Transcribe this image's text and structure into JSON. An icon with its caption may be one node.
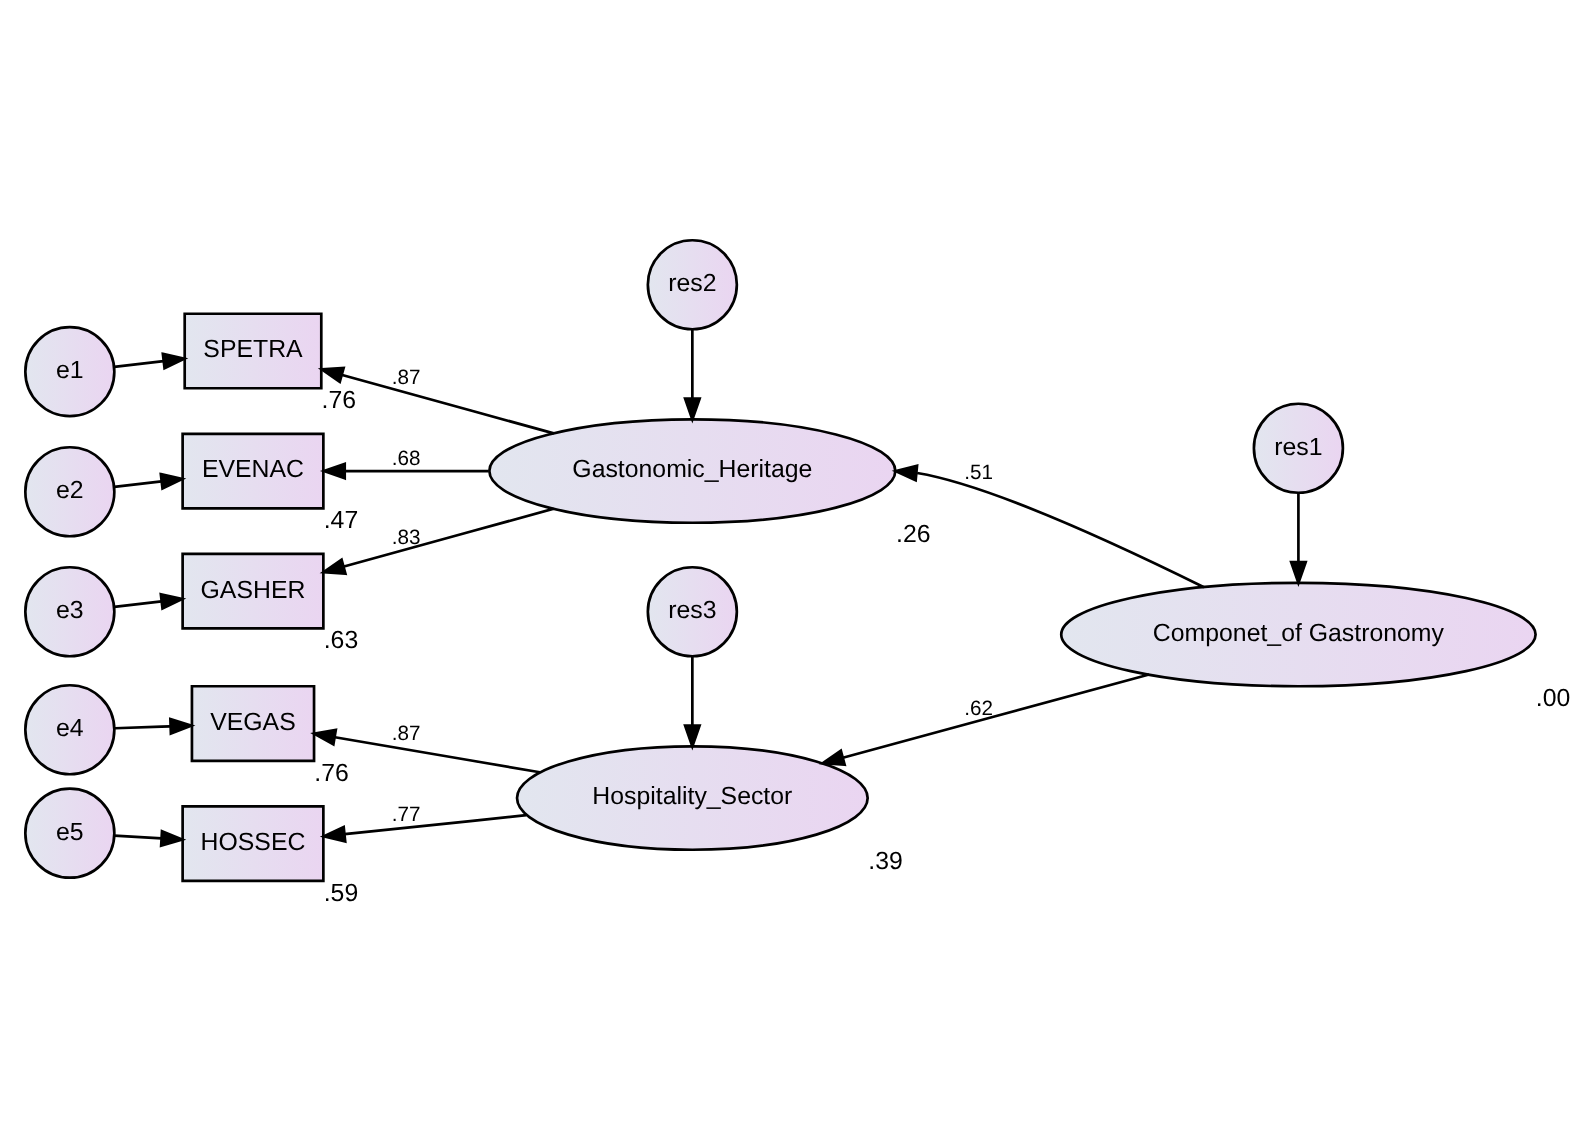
{
  "diagram": {
    "nodes": [
      {
        "text": [
          "res2"
        ]
      },
      {
        "text": [
          "e1"
        ]
      },
      {
        "text": [
          "SPETRA"
        ],
        "beside": [
          ".76"
        ]
      },
      {
        "text": [
          "Gastonomic_Heritage"
        ],
        "beside": [
          ".26"
        ]
      },
      {
        "text": [
          "e2"
        ]
      },
      {
        "text": [
          "EVENAC"
        ],
        "beside": [
          ".47"
        ]
      },
      {
        "text": [
          "res1"
        ]
      },
      {
        "text": [
          "e3"
        ]
      },
      {
        "text": [
          "GASHER"
        ],
        "beside": [
          ".63"
        ]
      },
      {
        "text": [
          "res3"
        ]
      },
      {
        "text": [
          "Componet_of Gastronomy"
        ],
        "beside": [
          ".00"
        ]
      },
      {
        "text": [
          "e4"
        ]
      },
      {
        "text": [
          "VEGAS"
        ],
        "beside": [
          ".76"
        ]
      },
      {
        "text": [
          "Hospitality_Sector"
        ],
        "beside": [
          ".39"
        ]
      },
      {
        "text": [
          "e5"
        ]
      },
      {
        "text": [
          "HOSSEC"
        ],
        "beside": [
          ".59"
        ]
      }
    ],
    "edges": [
      {
        "from": 0,
        "to": 3,
        "arrow": "to"
      },
      {
        "from": 1,
        "to": 2,
        "arrow": "to"
      },
      {
        "from": 3,
        "to": 2,
        "arrow": "to",
        "label": ".87"
      },
      {
        "from": 4,
        "to": 5,
        "arrow": "to"
      },
      {
        "from": 3,
        "to": 5,
        "arrow": "to",
        "label": ".68"
      },
      {
        "from": 7,
        "to": 8,
        "arrow": "to"
      },
      {
        "from": 3,
        "to": 8,
        "arrow": "to",
        "label": ".83"
      },
      {
        "from": 6,
        "to": 10,
        "arrow": "to"
      },
      {
        "from": 10,
        "to": 3,
        "arrow": "to",
        "label": ".51"
      },
      {
        "from": 9,
        "to": 13,
        "arrow": "to"
      },
      {
        "from": 10,
        "to": 13,
        "arrow": "to",
        "label": ".62"
      },
      {
        "from": 11,
        "to": 12,
        "arrow": "to"
      },
      {
        "from": 13,
        "to": 12,
        "arrow": "to",
        "label": ".87"
      },
      {
        "from": 14,
        "to": 15,
        "arrow": "to"
      },
      {
        "from": 13,
        "to": 15,
        "arrow": "to",
        "label": ".77"
      }
    ]
  }
}
